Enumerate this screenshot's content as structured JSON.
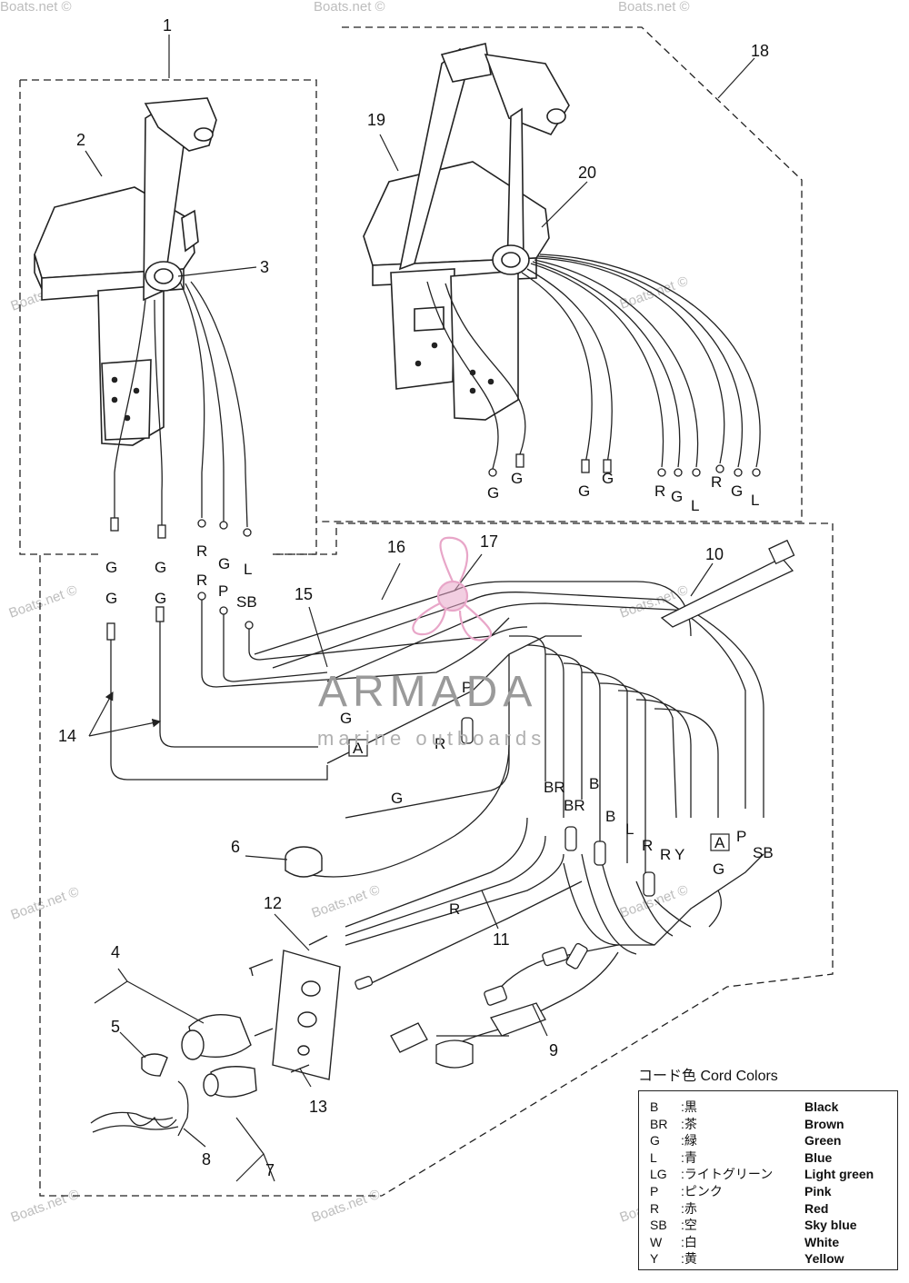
{
  "callouts": {
    "n1": "1",
    "n2": "2",
    "n3": "3",
    "n4": "4",
    "n5": "5",
    "n6": "6",
    "n7": "7",
    "n8": "8",
    "n9": "9",
    "n10": "10",
    "n11": "11",
    "n12": "12",
    "n13": "13",
    "n14": "14",
    "n15": "15",
    "n16": "16",
    "n17": "17",
    "n18": "18",
    "n19": "19",
    "n20": "20"
  },
  "wire_labels": {
    "top_g1": "G",
    "top_g2": "G",
    "top_g3": "G",
    "top_g4": "G",
    "top_r1": "R",
    "top_g5": "G",
    "top_l1": "L",
    "top_r2": "R",
    "top_g6": "G",
    "top_l2": "L",
    "left_g1": "G",
    "left_g2": "G",
    "left_g3": "G",
    "left_g4": "G",
    "left_r1": "R",
    "left_r2": "R",
    "left_g5": "G",
    "left_p1": "P",
    "left_l": "L",
    "left_sb": "SB",
    "mid_g": "G",
    "mid_a": "A",
    "mid_p": "P",
    "mid_r": "R",
    "mid_g2": "G",
    "br1": "BR",
    "br2": "BR",
    "b1": "B",
    "b2": "B",
    "l": "L",
    "r1": "R",
    "r2": "R",
    "y": "Y",
    "a2": "A",
    "p2": "P",
    "sb2": "SB",
    "g3": "G",
    "bottom_r": "R"
  },
  "brand": {
    "name": "ARMADA",
    "tagline": "marine outboards"
  },
  "watermark": "Boats.net ©",
  "legend": {
    "title": "コード色 Cord Colors",
    "rows": [
      {
        "code": "B",
        "jp": ":黒",
        "en": "Black"
      },
      {
        "code": "BR",
        "jp": ":茶",
        "en": "Brown"
      },
      {
        "code": "G",
        "jp": ":緑",
        "en": "Green"
      },
      {
        "code": "L",
        "jp": ":青",
        "en": "Blue"
      },
      {
        "code": "LG",
        "jp": ":ライトグリーン",
        "en": "Light green"
      },
      {
        "code": "P",
        "jp": ":ピンク",
        "en": "Pink"
      },
      {
        "code": "R",
        "jp": ":赤",
        "en": "Red"
      },
      {
        "code": "SB",
        "jp": ":空",
        "en": "Sky blue"
      },
      {
        "code": "W",
        "jp": ":白",
        "en": "White"
      },
      {
        "code": "Y",
        "jp": ":黄",
        "en": "Yellow"
      }
    ]
  },
  "colors": {
    "line": "#222222",
    "logo_pink": "#e8a6c8",
    "watermark": "#bdbdbd"
  }
}
